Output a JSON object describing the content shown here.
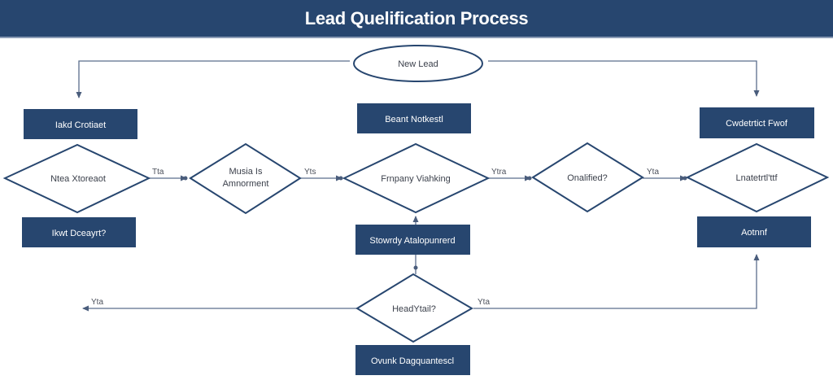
{
  "header": {
    "title": "Lead Quelification Process"
  },
  "colors": {
    "primary": "#27466f",
    "line": "#5a6d8c",
    "text": "#3a3f4a",
    "background": "#ffffff"
  },
  "nodes": {
    "start": {
      "label": "New Lead",
      "shape": "ellipse"
    },
    "box_initial_contact": {
      "label": "Iakd Crotiaet",
      "shape": "rect"
    },
    "dec_needs": {
      "label": "Ntea Xtoreaot",
      "shape": "diamond"
    },
    "box_left_bottom": {
      "label": "Ikwt Dceayrt?",
      "shape": "rect"
    },
    "dec_budget": {
      "label_line1": "Musia Is",
      "label_line2": "Amnorment",
      "shape": "diamond"
    },
    "box_center_top": {
      "label": "Beant Notkestl",
      "shape": "rect"
    },
    "dec_center": {
      "label": "Frnpany Viahking",
      "shape": "diamond"
    },
    "box_center_mid": {
      "label": "Stowrdy Atalopunrerd",
      "shape": "rect"
    },
    "dec_qualified": {
      "label": "Onalified?",
      "shape": "diamond"
    },
    "box_right_top": {
      "label": "Cwdetrtict Fwof",
      "shape": "rect"
    },
    "dec_right": {
      "label": "Lnatetrtl'ttf",
      "shape": "diamond"
    },
    "box_right_bottom": {
      "label": "Aotnnf",
      "shape": "rect"
    },
    "dec_bottom": {
      "label": "HeadYtail?",
      "shape": "diamond"
    },
    "box_bottom": {
      "label": "Ovunk Dagquantescl",
      "shape": "rect"
    }
  },
  "edges": {
    "e1": {
      "label": "Tta"
    },
    "e2": {
      "label": "Yts"
    },
    "e3": {
      "label": "Ytra"
    },
    "e4": {
      "label": "Yta"
    },
    "e5": {
      "label": "Yta"
    },
    "e6": {
      "label": "Yta"
    }
  }
}
